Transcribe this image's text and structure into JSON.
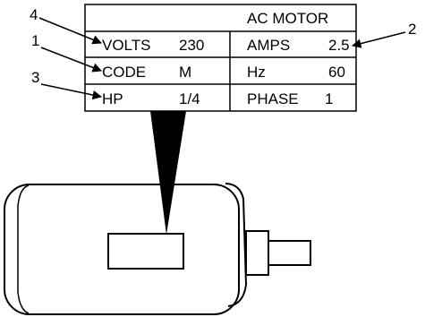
{
  "nameplate": {
    "title": "AC MOTOR",
    "rows": [
      {
        "label_left": "VOLTS",
        "value_left": "230",
        "label_right": "AMPS",
        "value_right": "2.5"
      },
      {
        "label_left": "CODE",
        "value_left": "M",
        "label_right": "Hz",
        "value_right": "60"
      },
      {
        "label_left": "HP",
        "value_left": "1/4",
        "label_right": "PHASE",
        "value_right": "1"
      }
    ]
  },
  "callouts": {
    "c1": "1",
    "c2": "2",
    "c3": "3",
    "c4": "4"
  }
}
